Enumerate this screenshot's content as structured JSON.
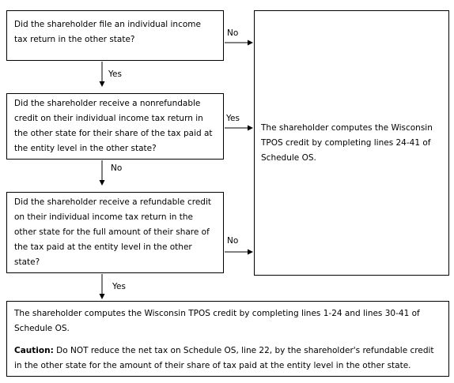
{
  "questions": {
    "q1": "Did the shareholder file an individual income tax return in the other state?",
    "q2": "Did the shareholder receive a nonrefundable credit on their individual income tax return in the other state for their share of the tax paid at the entity level in the other state?",
    "q3": "Did the shareholder receive a refundable credit on their individual income tax return in the other state for the full amount of their share of the tax paid at the entity level in the other state?"
  },
  "results": {
    "right": "The shareholder computes the Wisconsin TPOS credit by completing lines 24-41 of Schedule OS.",
    "bottom": "The shareholder computes the Wisconsin TPOS credit by completing lines 1-24 and lines 30-41 of Schedule OS.",
    "caution_label": "Caution:",
    "caution_text": " Do NOT reduce the net tax on Schedule OS, line 22, by the shareholder's refundable credit in the other state for the amount of their share of tax paid at the entity level in the other state."
  },
  "labels": {
    "q1_right": "No",
    "q1_down": "Yes",
    "q2_right": "Yes",
    "q2_down": "No",
    "q3_right": "No",
    "q3_down": "Yes"
  }
}
